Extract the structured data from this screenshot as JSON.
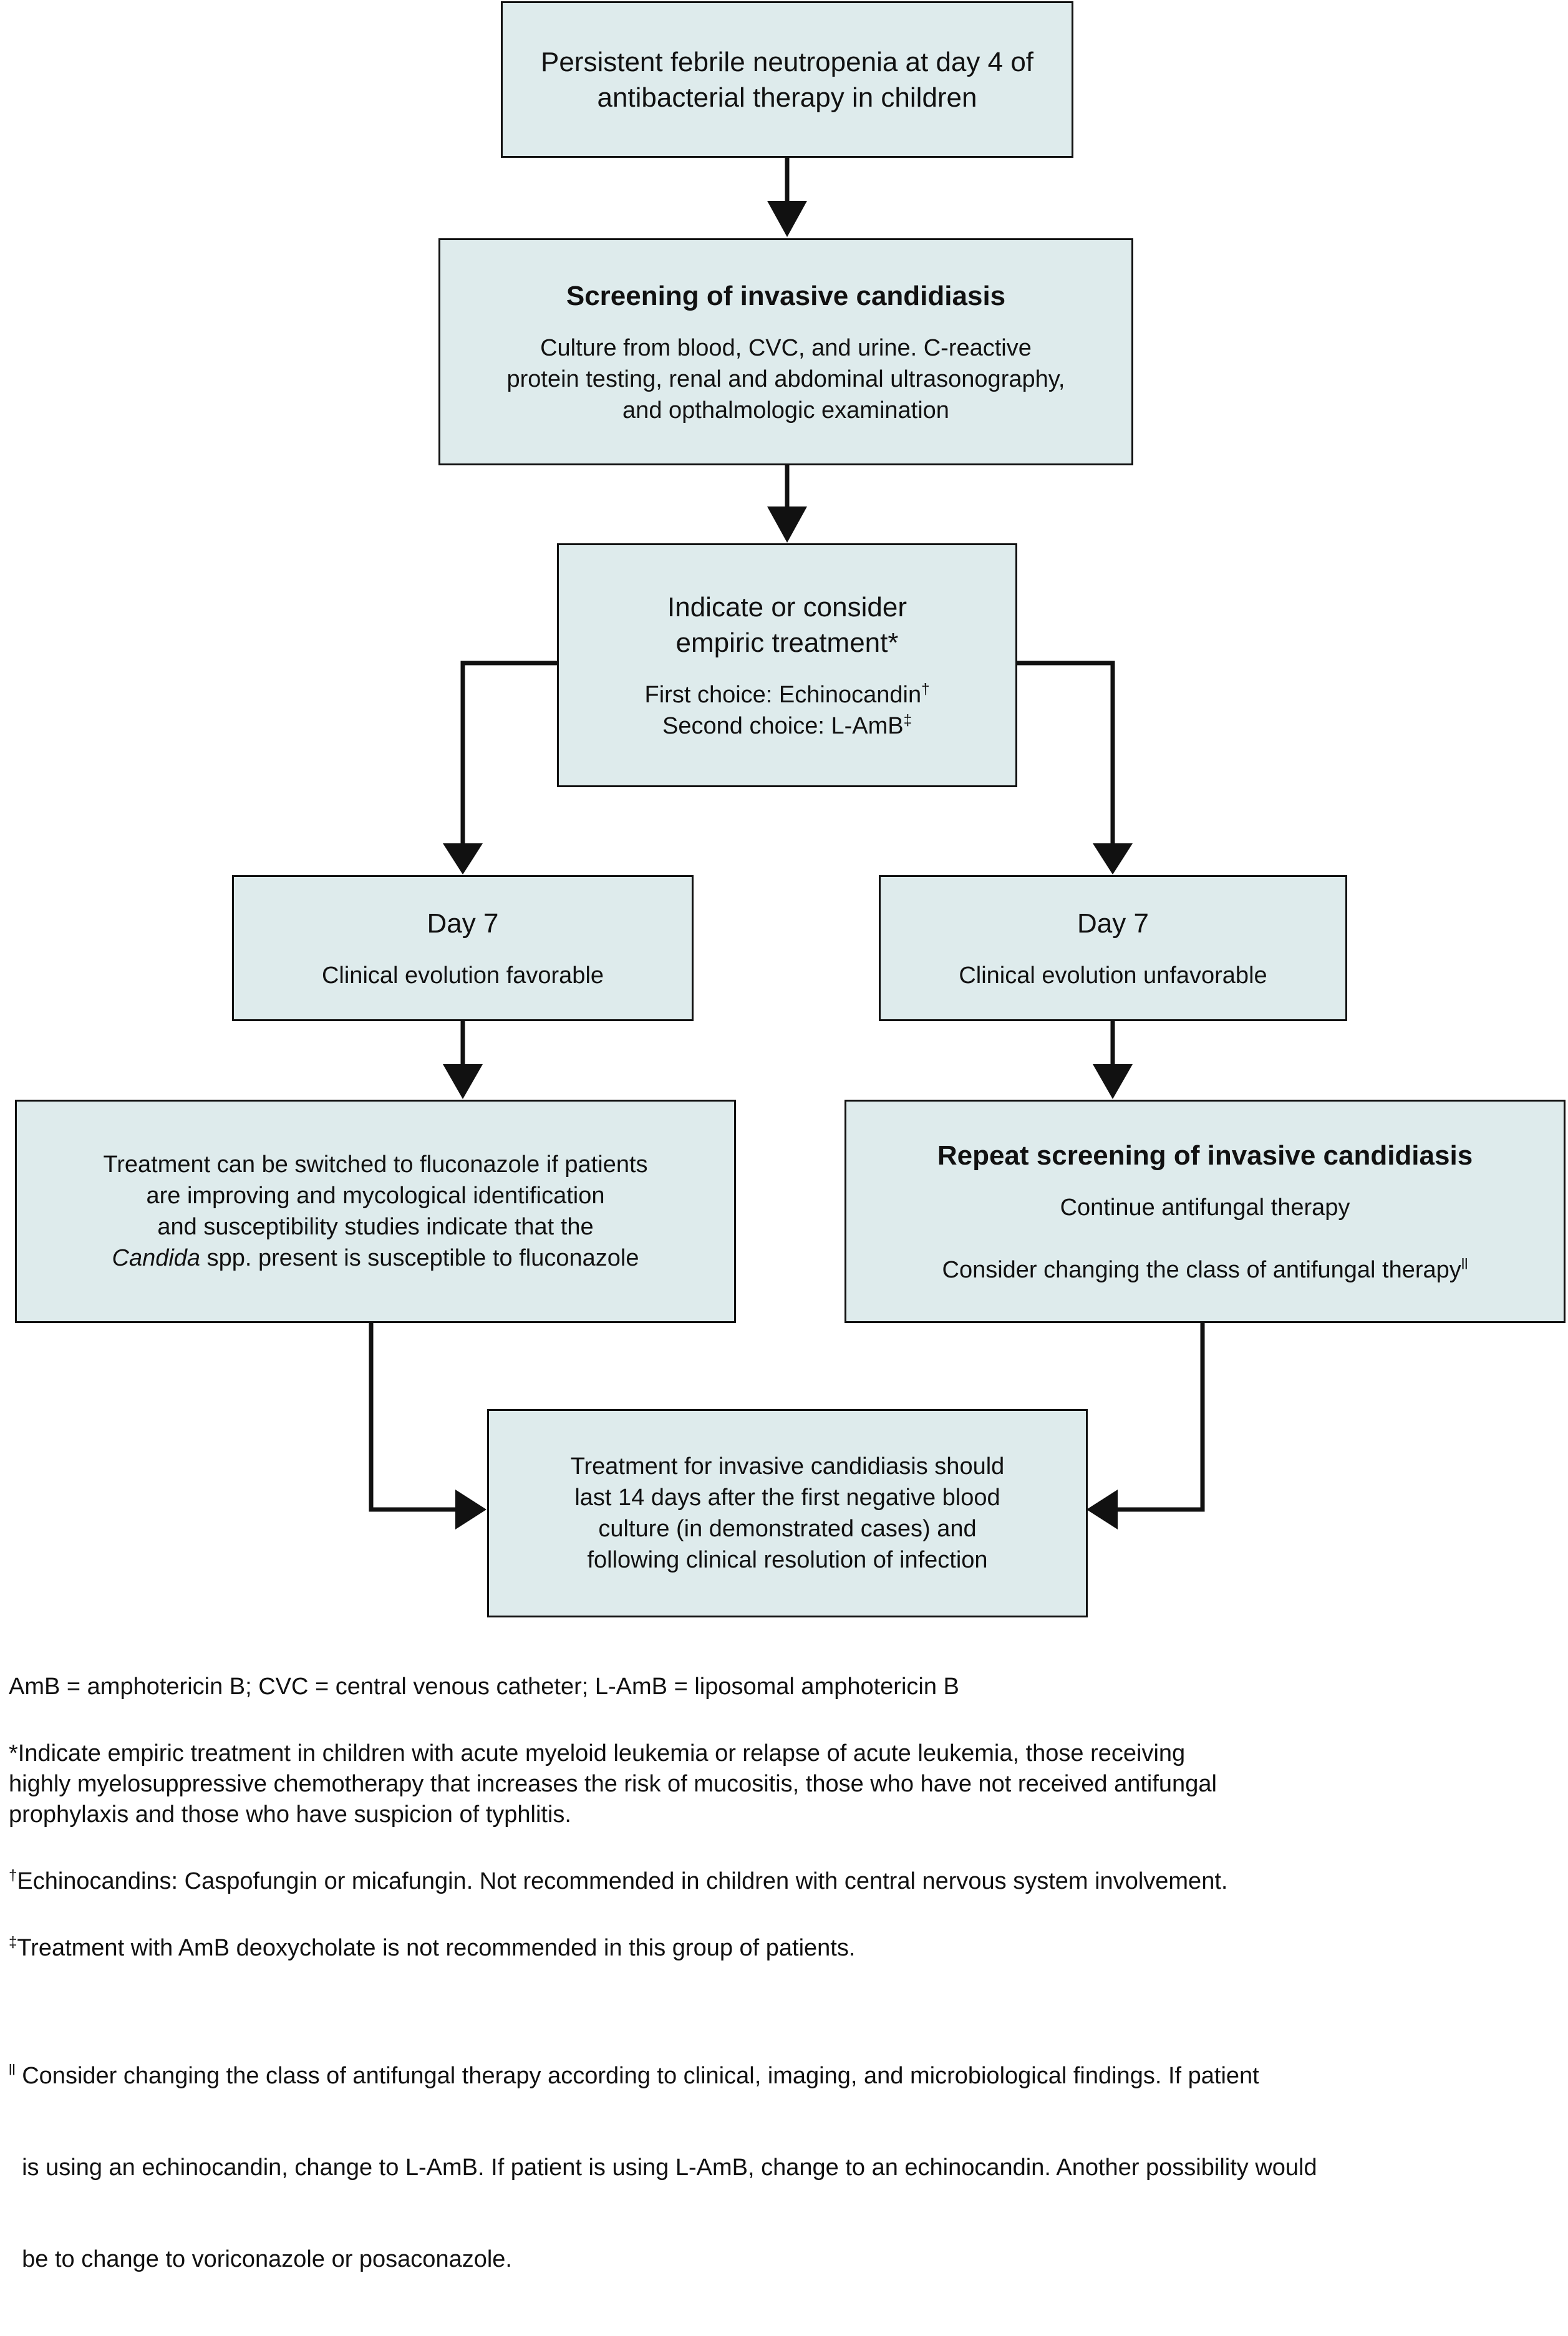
{
  "boxes": {
    "start": {
      "lines": [
        "Persistent febrile neutropenia at day 4 of",
        "antibacterial therapy in children"
      ]
    },
    "screening": {
      "title": "Screening of invasive candidiasis",
      "lines": [
        "Culture from blood, CVC, and urine. C-reactive",
        "protein testing, renal and abdominal ultrasonography,",
        "and opthalmologic examination"
      ]
    },
    "empiric": {
      "title_lines": [
        "Indicate or consider",
        "empiric treatment*"
      ],
      "first_choice": "First choice: Echinocandin",
      "first_mark": "†",
      "second_choice": "Second choice: L-AmB",
      "second_mark": "‡"
    },
    "day7_fav": {
      "day": "Day 7",
      "text": "Clinical evolution favorable"
    },
    "day7_unfav": {
      "day": "Day 7",
      "text": "Clinical evolution unfavorable"
    },
    "switch": {
      "lines": [
        "Treatment can be switched to fluconazole if patients",
        "are improving and mycological identification",
        "and susceptibility studies indicate that the"
      ],
      "last_italic": "Candida",
      "last_rest": " spp. present is susceptible to fluconazole"
    },
    "repeat": {
      "title": "Repeat screening of invasive candidiasis",
      "line1": "Continue antifungal therapy",
      "line2": "Consider changing the class of antifungal therapy",
      "line2_mark": "ll"
    },
    "final": {
      "lines": [
        "Treatment for invasive candidiasis should",
        "last 14 days after the first negative blood",
        "culture (in demonstrated cases) and",
        "following clinical resolution of infection"
      ]
    }
  },
  "notes": {
    "abbrev": "AmB = amphotericin B; CVC = central venous catheter; L-AmB = liposomal amphotericin B",
    "star_lines": [
      "*Indicate empiric treatment in children with acute myeloid leukemia or relapse of acute leukemia, those receiving",
      "highly myelosuppressive chemotherapy that increases the risk of mucositis, those who have not received antifungal",
      "prophylaxis and those who have suspicion of typhlitis."
    ],
    "dagger_mark": "†",
    "dagger": "Echinocandins: Caspofungin or micafungin. Not recommended in children with central nervous system involvement.",
    "ddagger_mark": "‡",
    "ddagger": "Treatment with AmB deoxycholate is not recommended in this group of patients.",
    "para_mark": "ll",
    "para_lines": [
      " Consider changing the class of antifungal therapy according to clinical, imaging, and microbiological findings. If patient",
      "  is using an echinocandin, change to L-AmB. If patient is using L-AmB, change to an echinocandin. Another possibility would",
      "  be to change to voriconazole or posaconazole."
    ]
  }
}
